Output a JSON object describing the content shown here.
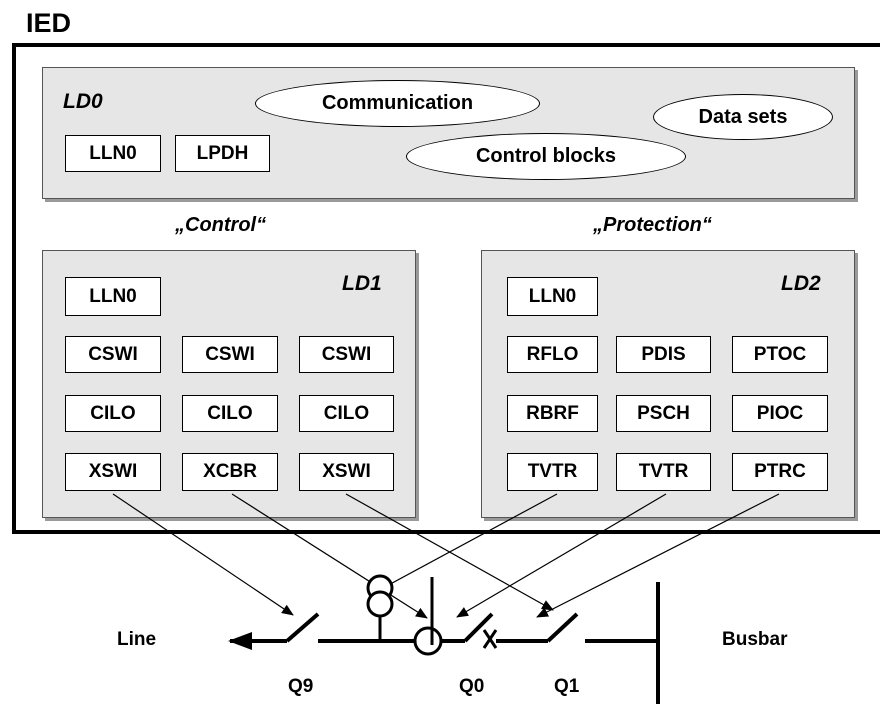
{
  "ied": {
    "title": "IED"
  },
  "ld0": {
    "label": "LD0",
    "nodes": [
      "LLN0",
      "LPDH"
    ],
    "services": {
      "communication": "Communication",
      "data_sets": "Data sets",
      "control_blocks": "Control blocks"
    }
  },
  "sections": {
    "control": "„Control“",
    "protection": "„Protection“"
  },
  "ld1": {
    "label": "LD1",
    "lln0": "LLN0",
    "rows": [
      [
        "CSWI",
        "CSWI",
        "CSWI"
      ],
      [
        "CILO",
        "CILO",
        "CILO"
      ],
      [
        "XSWI",
        "XCBR",
        "XSWI"
      ]
    ]
  },
  "ld2": {
    "label": "LD2",
    "lln0": "LLN0",
    "rows": [
      [
        "RFLO",
        "PDIS",
        "PTOC"
      ],
      [
        "RBRF",
        "PSCH",
        "PIOC"
      ],
      [
        "TVTR",
        "TVTR",
        "PTRC"
      ]
    ]
  },
  "single_line": {
    "line": "Line",
    "busbar": "Busbar",
    "q9": "Q9",
    "q0": "Q0",
    "q1": "Q1"
  }
}
